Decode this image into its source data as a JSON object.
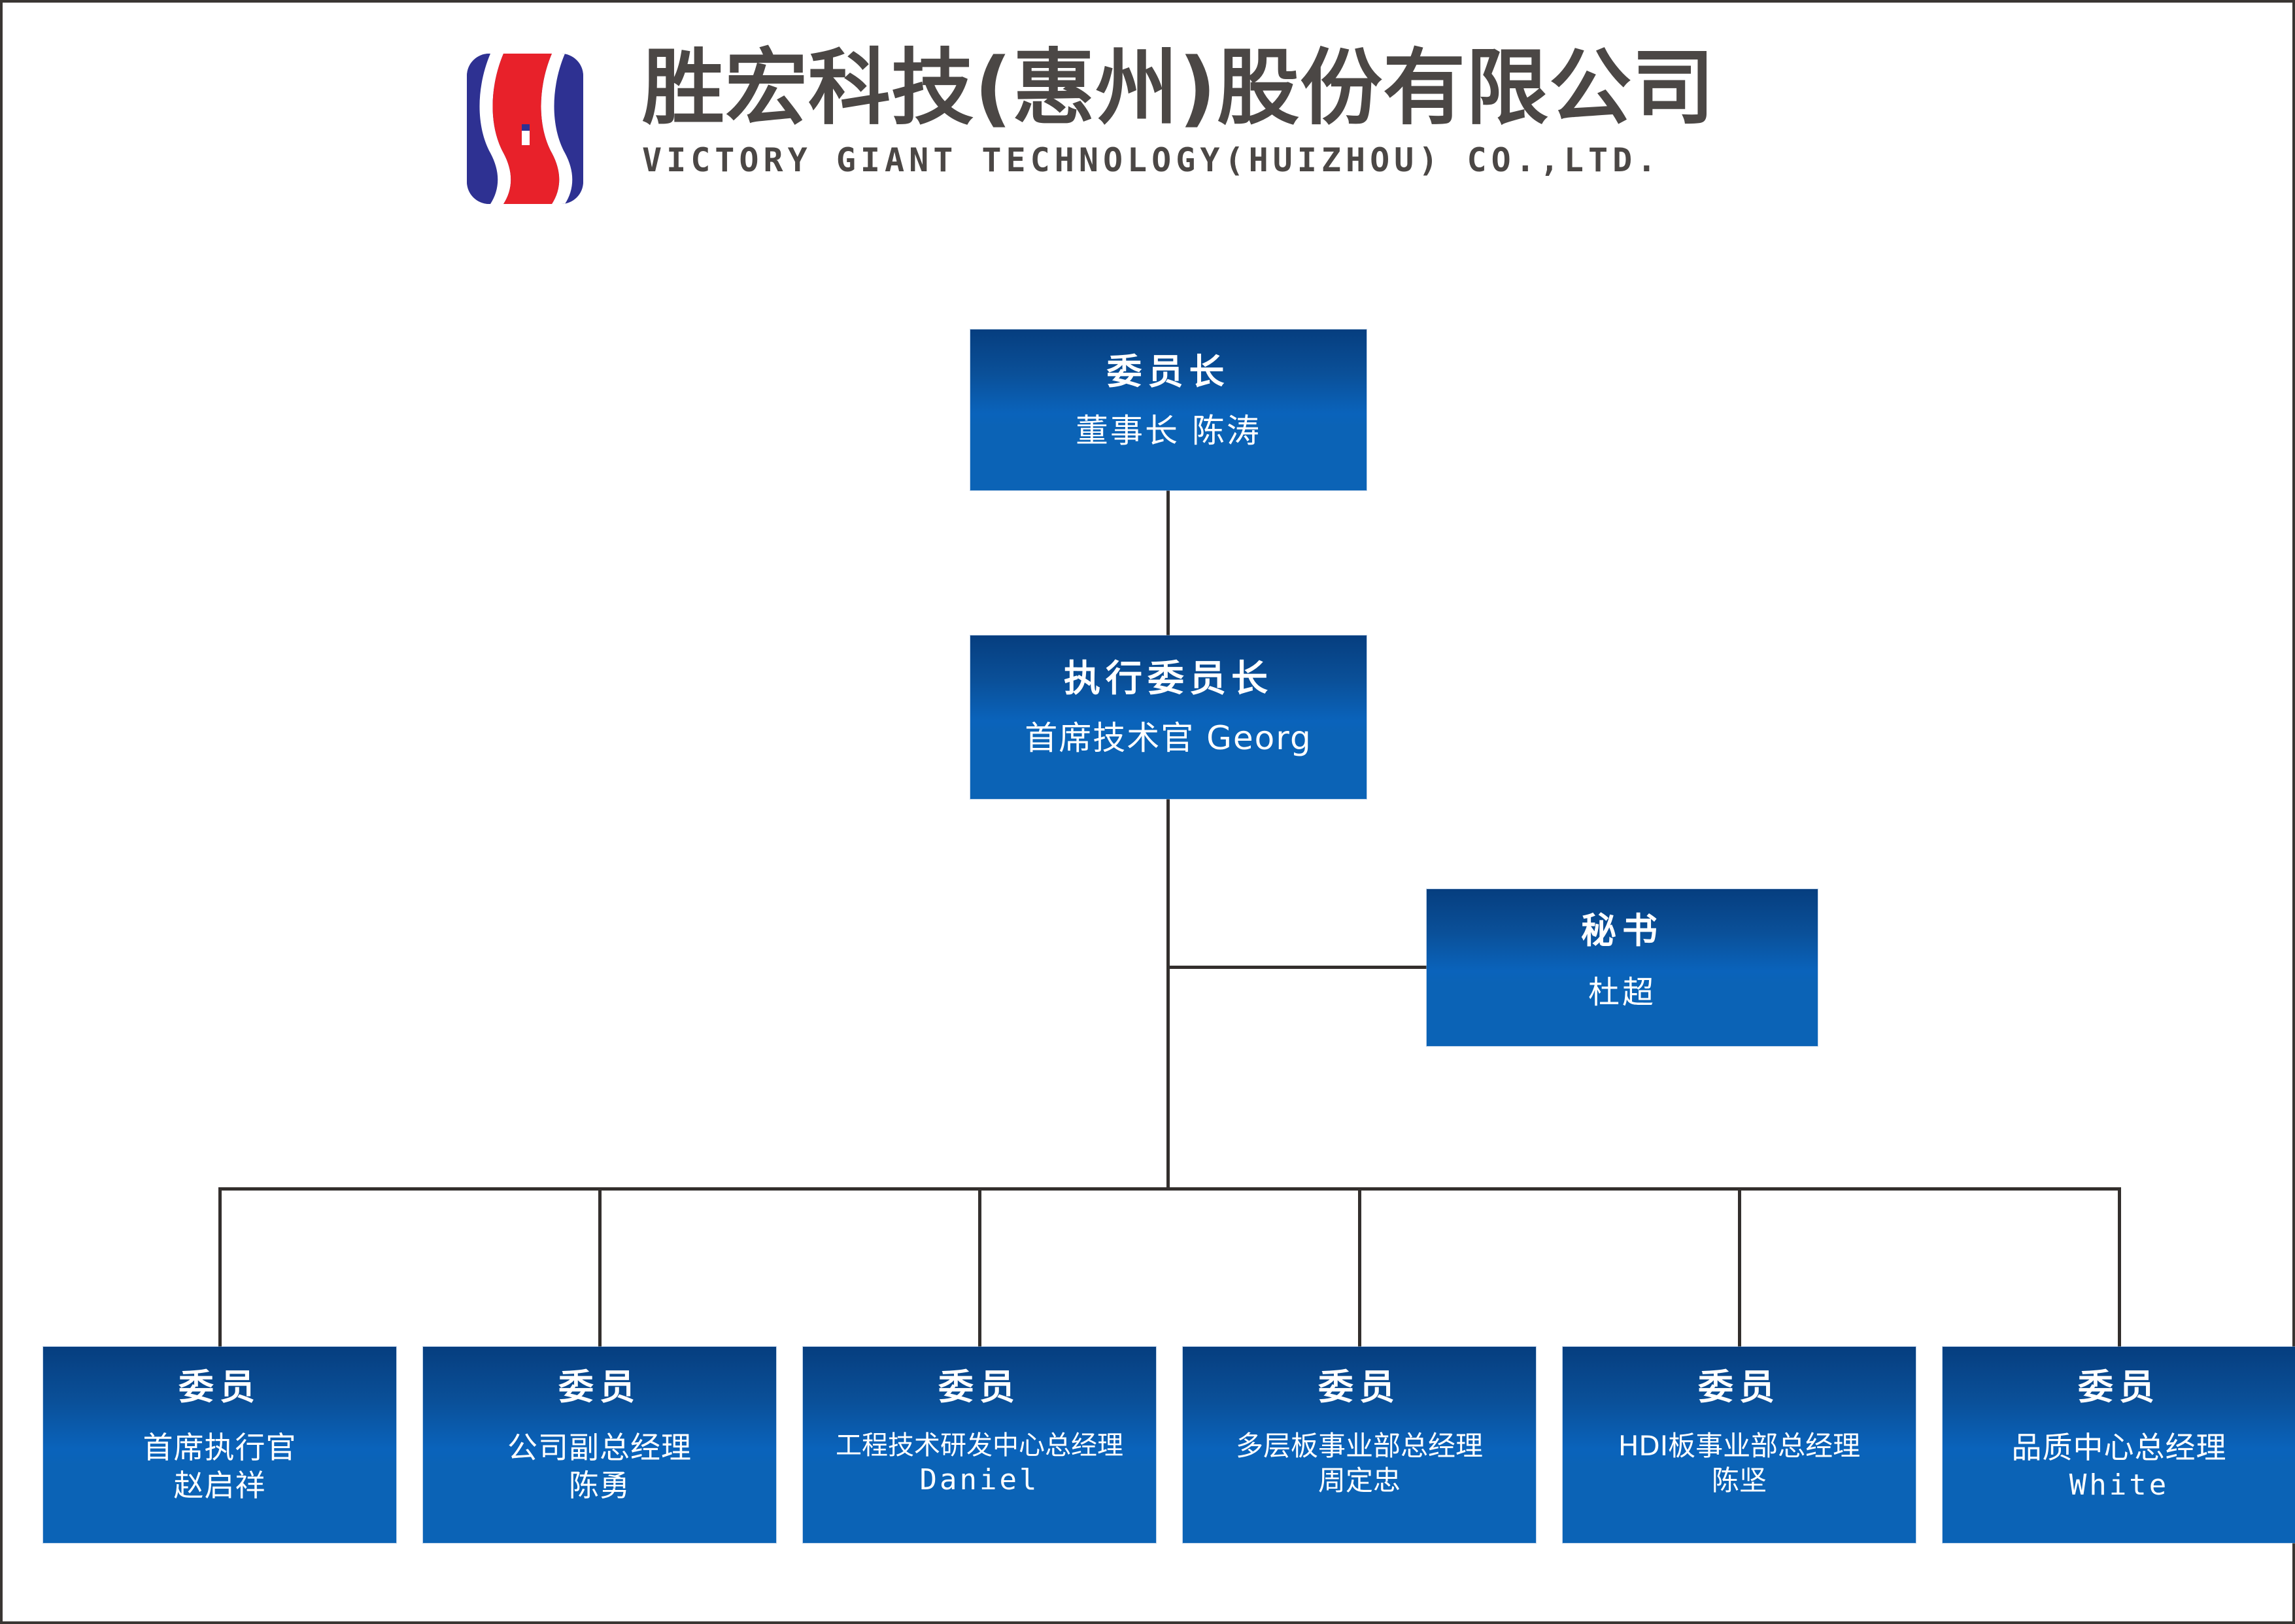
{
  "header": {
    "logo_icon": "victory-giant-s-logo",
    "logo_colors": {
      "blue": "#2e3192",
      "red": "#e8212a"
    },
    "title_cn": "胜宏科技(惠州)股份有限公司",
    "title_en": "VICTORY GIANT TECHNOLOGY(HUIZHOU) CO.,LTD."
  },
  "colors": {
    "box_top": "#063e7f",
    "box_bottom": "#0b63b6",
    "connector": "#332f2d",
    "text": "#ffffff",
    "page_border": "#3a3633",
    "title_text": "#4b4745"
  },
  "chart_data": {
    "type": "org-chart",
    "title": "",
    "nodes": [
      {
        "id": "chair",
        "title": "委员长",
        "lines": [
          "董事长 陈涛"
        ],
        "level": 0
      },
      {
        "id": "exec",
        "title": "执行委员长",
        "lines": [
          "首席技术官 Georg"
        ],
        "level": 1
      },
      {
        "id": "secretary",
        "title": "秘书",
        "lines": [
          "杜超"
        ],
        "level": 2
      },
      {
        "id": "m1",
        "title": "委员",
        "lines": [
          "首席执行官",
          "赵启祥"
        ],
        "level": 3
      },
      {
        "id": "m2",
        "title": "委员",
        "lines": [
          "公司副总经理",
          "陈勇"
        ],
        "level": 3
      },
      {
        "id": "m3",
        "title": "委员",
        "lines": [
          "工程技术研发中心总经理",
          "Daniel"
        ],
        "level": 3
      },
      {
        "id": "m4",
        "title": "委员",
        "lines": [
          "多层板事业部总经理",
          "周定忠"
        ],
        "level": 3
      },
      {
        "id": "m5",
        "title": "委员",
        "lines": [
          "HDI板事业部总经理",
          "陈坚"
        ],
        "level": 3
      },
      {
        "id": "m6",
        "title": "委员",
        "lines": [
          "品质中心总经理",
          "White"
        ],
        "level": 3
      }
    ],
    "edges": [
      {
        "from": "chair",
        "to": "exec"
      },
      {
        "from": "exec",
        "to": "secretary"
      },
      {
        "from": "exec",
        "to": "m1"
      },
      {
        "from": "exec",
        "to": "m2"
      },
      {
        "from": "exec",
        "to": "m3"
      },
      {
        "from": "exec",
        "to": "m4"
      },
      {
        "from": "exec",
        "to": "m5"
      },
      {
        "from": "exec",
        "to": "m6"
      }
    ]
  },
  "nodes": {
    "chair": {
      "title": "委员长",
      "l1": "董事长 陈涛"
    },
    "exec": {
      "title": "执行委员长",
      "l1": "首席技术官 Georg"
    },
    "secretary": {
      "title": "秘书",
      "l1": "杜超"
    },
    "m1": {
      "title": "委员",
      "l1": "首席执行官",
      "l2": "赵启祥"
    },
    "m2": {
      "title": "委员",
      "l1": "公司副总经理",
      "l2": "陈勇"
    },
    "m3": {
      "title": "委员",
      "l1": "工程技术研发中心总经理",
      "l2": "Daniel"
    },
    "m4": {
      "title": "委员",
      "l1": "多层板事业部总经理",
      "l2": "周定忠"
    },
    "m5": {
      "title": "委员",
      "l1": "HDI板事业部总经理",
      "l2": "陈坚"
    },
    "m6": {
      "title": "委员",
      "l1": "品质中心总经理",
      "l2": "White"
    }
  }
}
